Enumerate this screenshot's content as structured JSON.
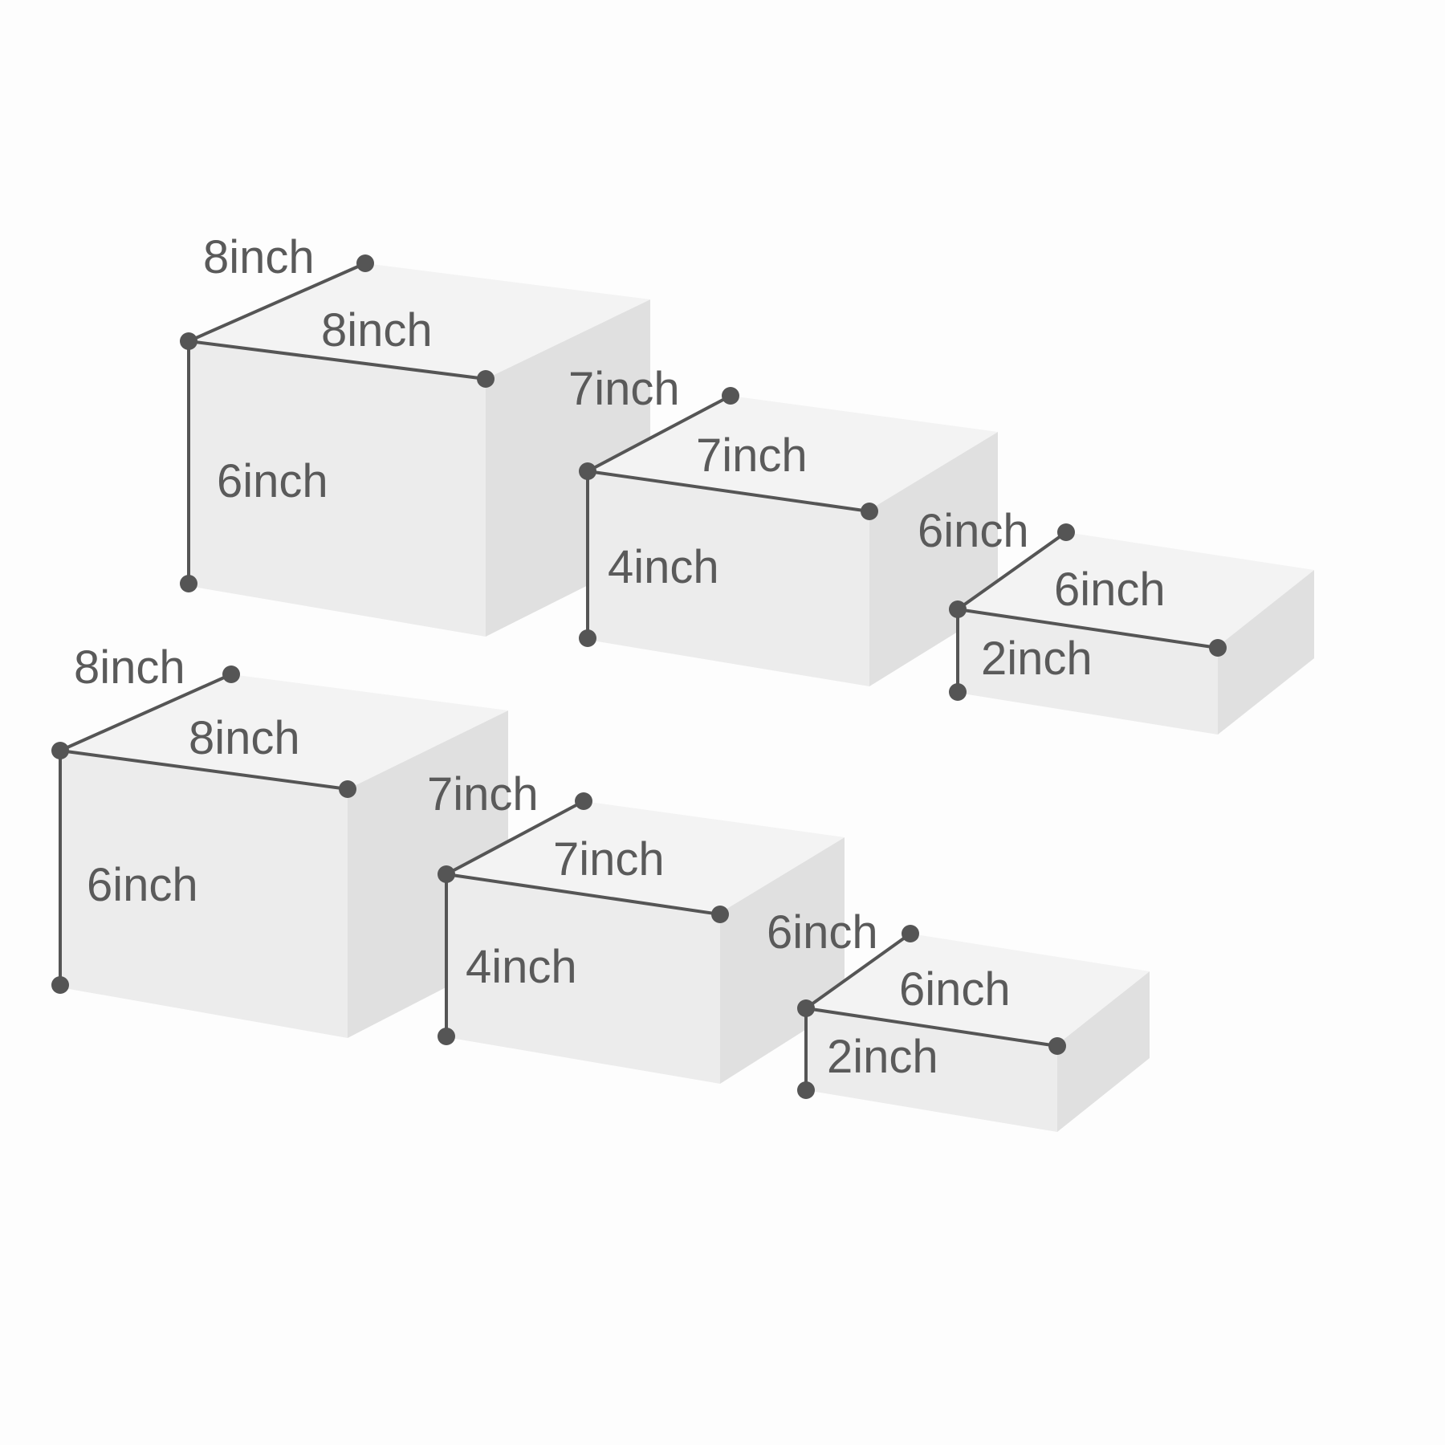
{
  "colors": {
    "background": "#fdfdfd",
    "top_face": "#f3f3f3",
    "front_face": "#ececec",
    "side_face": "#e0e0e0",
    "dimension": "#555555"
  },
  "boxes": [
    {
      "id": "box-large-1",
      "depth_label": "8inch",
      "width_label": "8inch",
      "height_label": "6inch"
    },
    {
      "id": "box-medium-1",
      "depth_label": "7inch",
      "width_label": "7inch",
      "height_label": "4inch"
    },
    {
      "id": "box-small-1",
      "depth_label": "6inch",
      "width_label": "6inch",
      "height_label": "2inch"
    },
    {
      "id": "box-large-2",
      "depth_label": "8inch",
      "width_label": "8inch",
      "height_label": "6inch"
    },
    {
      "id": "box-medium-2",
      "depth_label": "7inch",
      "width_label": "7inch",
      "height_label": "4inch"
    },
    {
      "id": "box-small-2",
      "depth_label": "6inch",
      "width_label": "6inch",
      "height_label": "2inch"
    }
  ]
}
